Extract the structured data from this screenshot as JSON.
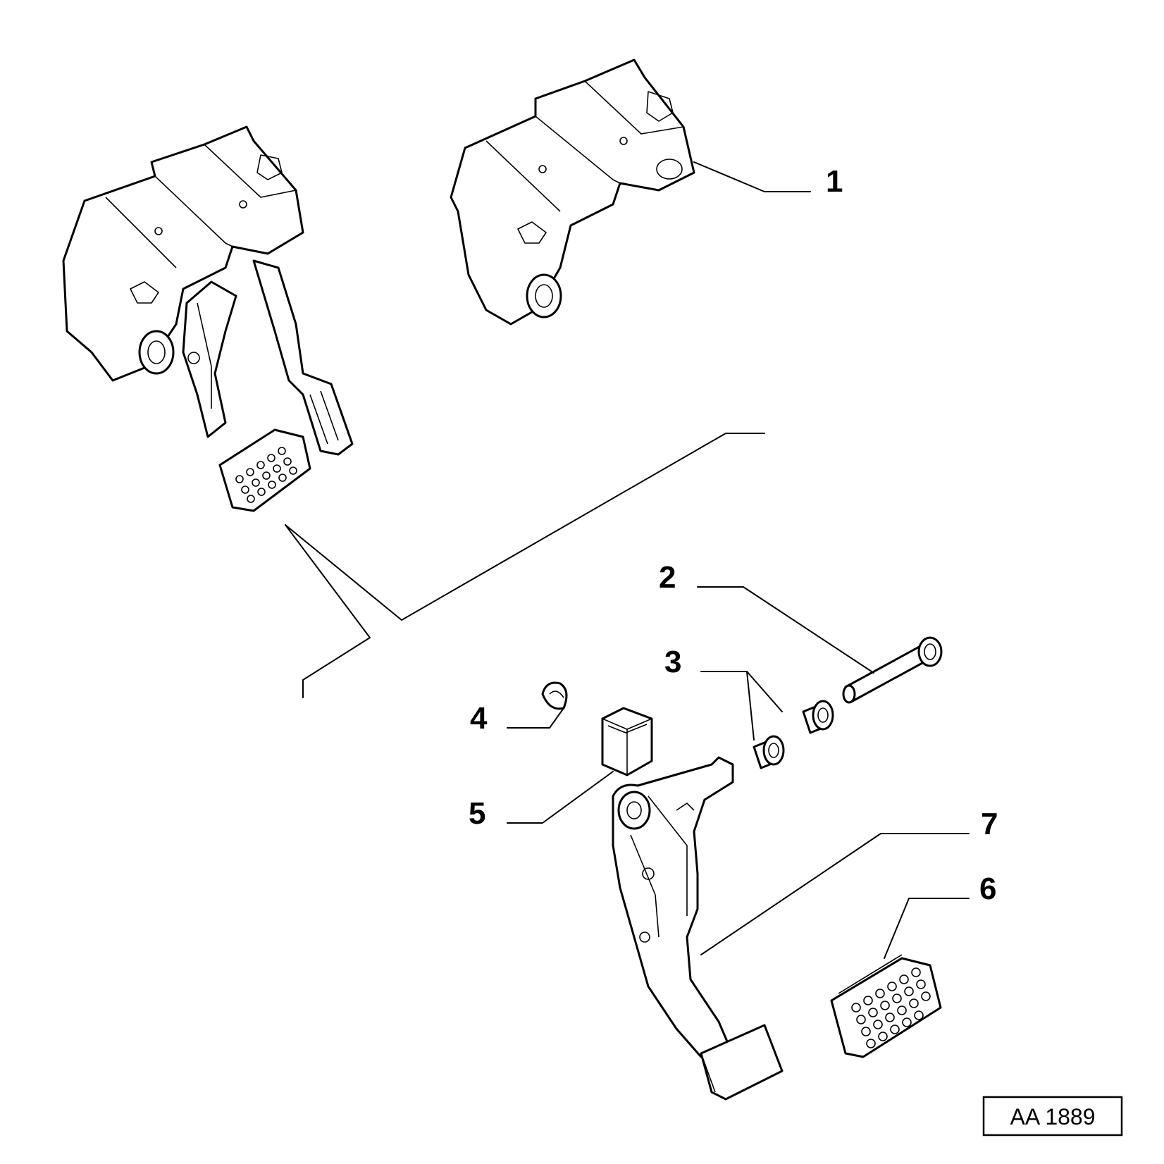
{
  "diagram": {
    "reference_code": "AA 1889",
    "callouts": [
      {
        "id": "1",
        "label": "1"
      },
      {
        "id": "2",
        "label": "2"
      },
      {
        "id": "3",
        "label": "3"
      },
      {
        "id": "4",
        "label": "4"
      },
      {
        "id": "5",
        "label": "5"
      },
      {
        "id": "6",
        "label": "6"
      },
      {
        "id": "7",
        "label": "7"
      }
    ]
  }
}
